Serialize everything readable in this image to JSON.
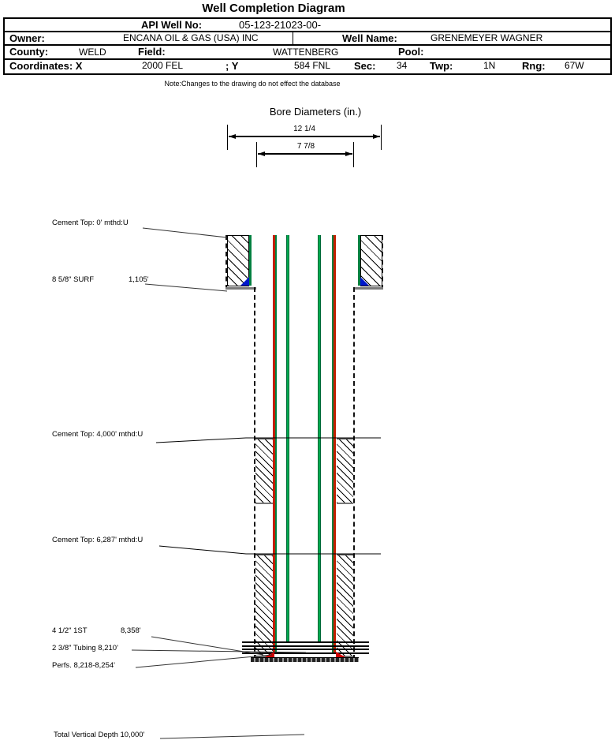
{
  "title": "Well Completion Diagram",
  "header_table": {
    "api_label": "API Well No:",
    "api_value": "05-123-21023-00-",
    "owner_label": "Owner:",
    "owner_value": "ENCANA OIL & GAS (USA) INC",
    "well_name_label": "Well Name:",
    "well_name_value": "GRENEMEYER WAGNER",
    "county_label": "County:",
    "county_value": "WELD",
    "field_label": "Field:",
    "field_value": "WATTENBERG",
    "pool_label": "Pool:",
    "pool_value": "",
    "coordinates_label": "Coordinates: X",
    "coordinates_x_value": "2000 FEL",
    "y_label": "; Y",
    "y_value": "584 FNL",
    "sec_label": "Sec:",
    "sec_value": "34",
    "twp_label": "Twp:",
    "twp_value": "1N",
    "rng_label": "Rng:",
    "rng_value": "67W"
  },
  "note": "Note:Changes to the drawing do not effect the database",
  "bore_diameters": {
    "title": "Bore Diameters (in.)",
    "outer_diameter": "12 1/4",
    "inner_diameter": "7 7/8"
  },
  "annotations": {
    "cement_top_surface": "Cement Top: 0' mthd:U",
    "surface_casing": "8 5/8\" SURF",
    "surface_casing_depth": "1,105'",
    "cement_top_4000": "Cement Top: 4,000' mthd:U",
    "cement_top_6287": "Cement Top: 6,287' mthd:U",
    "production_casing": "4 1/2\" 1ST",
    "production_casing_depth": "8,358'",
    "tubing": "2 3/8\" Tubing 8,210'",
    "perfs": "Perfs. 8,218-8,254'",
    "tvd": "Total Vertical Depth 10,000'"
  },
  "colors": {
    "casing_green": "#008040",
    "casing_red": "#c41e00",
    "shoe_blue": "#0018cc",
    "perf_red": "#d00000"
  }
}
